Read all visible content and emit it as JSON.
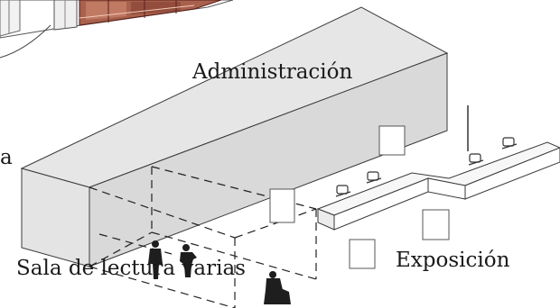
{
  "labels": {
    "administracion": "Administración",
    "exposicion": "Exposición",
    "sala_lectura": "Sala de lectura varias",
    "edge_fragment": "a"
  },
  "colors": {
    "block_front": "#e4e4e4",
    "block_top": "#e6e6e6",
    "block_side": "#d9d9d9",
    "line": "#3a3a3a",
    "photo_warm": "#b06a52",
    "photo_dark": "#5a1e18"
  }
}
